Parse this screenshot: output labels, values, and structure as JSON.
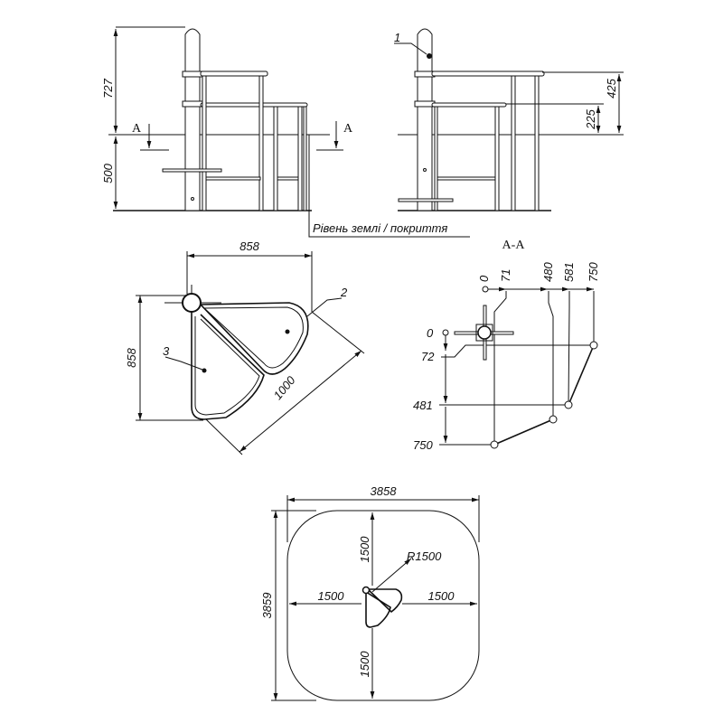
{
  "elevation_front": {
    "dim_upper": "727",
    "dim_lower": "500",
    "section_mark_left": "A",
    "section_mark_right": "A",
    "ground_label": "Рівень землі / покриття"
  },
  "elevation_side": {
    "callout_1": "1",
    "dim_upper": "425",
    "dim_lower": "225"
  },
  "plan_view": {
    "dim_width": "858",
    "dim_depth": "858",
    "dim_diagonal": "1000",
    "callout_2": "2",
    "callout_3": "3"
  },
  "section_aa": {
    "title": "A-A",
    "x_labels": [
      "0",
      "71",
      "480",
      "581",
      "750"
    ],
    "y_labels": [
      "0",
      "72",
      "481",
      "750"
    ]
  },
  "site_plan": {
    "dim_width": "3858",
    "dim_height": "3859",
    "dim_top": "1500",
    "dim_left": "1500",
    "dim_right": "1500",
    "dim_bottom": "1500",
    "radius": "R1500"
  }
}
